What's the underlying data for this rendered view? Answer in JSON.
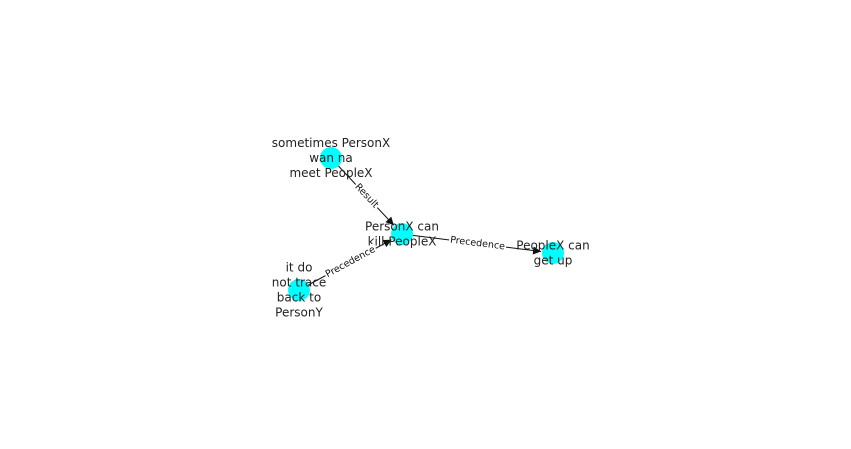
{
  "graph": {
    "node_color": "#00ffff",
    "edge_color": "#111111",
    "nodes": [
      {
        "id": "n1",
        "lines": [
          "sometimes PersonX",
          "wan na",
          "meet PeopleX"
        ]
      },
      {
        "id": "n2",
        "lines": [
          "PersonX can",
          "kill PeopleX"
        ]
      },
      {
        "id": "n3",
        "lines": [
          "PeopleX can",
          "get up"
        ]
      },
      {
        "id": "n4",
        "lines": [
          "it do",
          "not trace",
          "back to",
          "PersonY"
        ]
      }
    ],
    "edges": [
      {
        "id": "e1",
        "source": "n1",
        "target": "n2",
        "label": "Result"
      },
      {
        "id": "e2",
        "source": "n4",
        "target": "n2",
        "label": "Precedence"
      },
      {
        "id": "e3",
        "source": "n2",
        "target": "n3",
        "label": "Precedence"
      }
    ]
  }
}
